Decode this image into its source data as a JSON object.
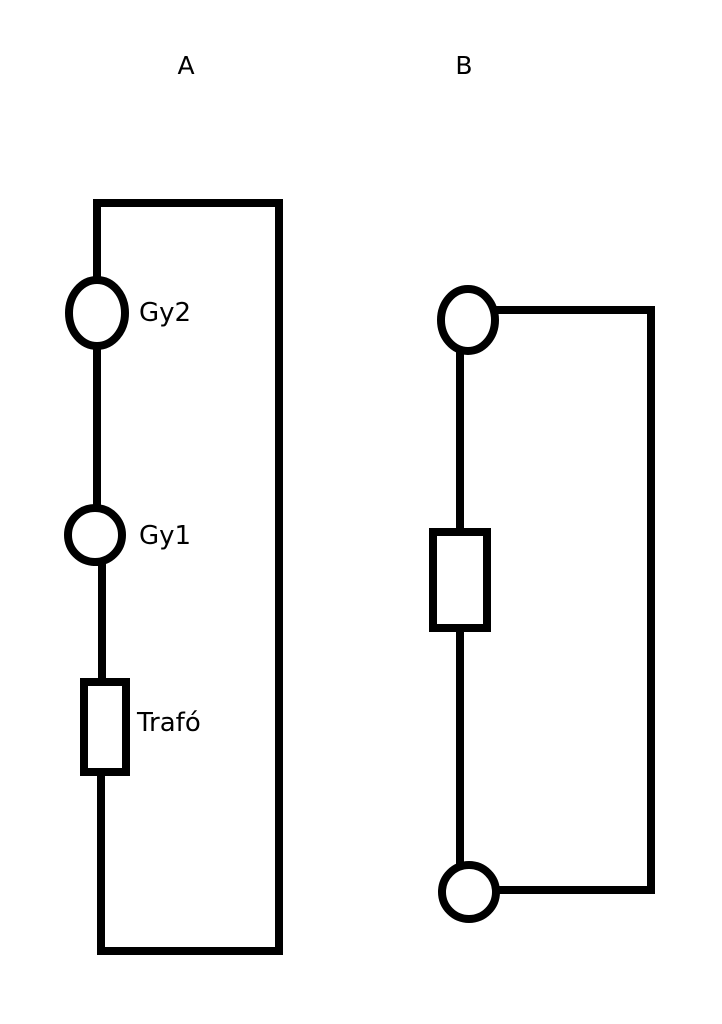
{
  "diagram": {
    "circuit_a": {
      "title": "A",
      "labels": {
        "gy2": "Gy2",
        "gy1": "Gy1",
        "trafo": "Trafó"
      }
    },
    "circuit_b": {
      "title": "B"
    }
  }
}
